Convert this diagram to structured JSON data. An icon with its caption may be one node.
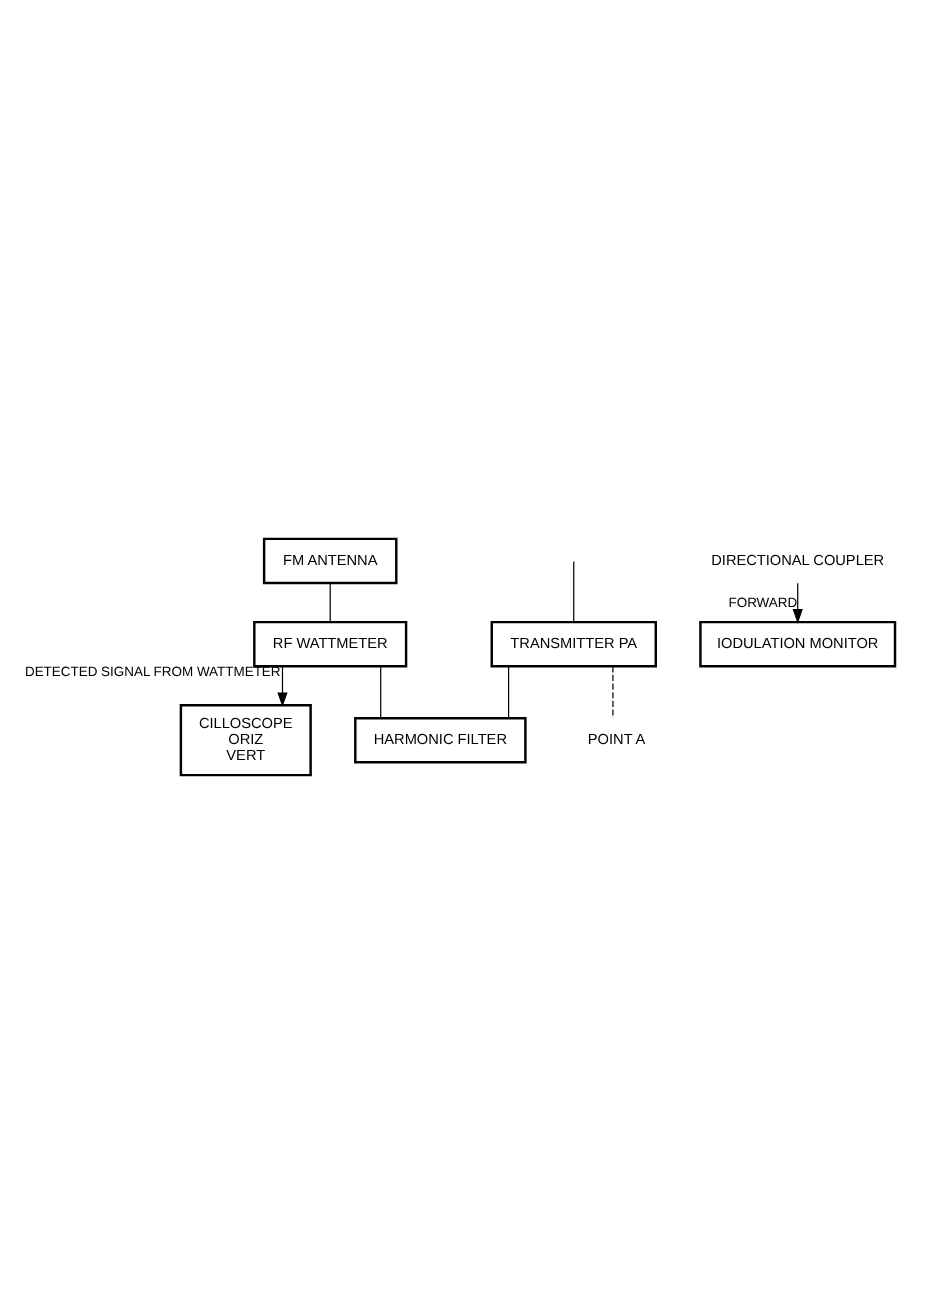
{
  "diagram": {
    "nodes": [
      {
        "text": [
          "FM ANTENNA"
        ]
      },
      {
        "text": [
          "DIRECTIONAL COUPLER"
        ]
      },
      {
        "text": [
          "RF WATTMETER"
        ]
      },
      {
        "text": [
          "TRANSMITTER PA"
        ]
      },
      {
        "text": [
          "HARMONIC FILTER"
        ]
      },
      {
        "text": [
          "POINT A"
        ]
      },
      {
        "text": [
          "IODULATION MONITOR"
        ]
      },
      {
        "text": [
          "CILLOSCOPE",
          "ORIZ",
          "VERT"
        ]
      }
    ],
    "edges": [
      {
        "from": 0,
        "to": 2,
        "arrow": "none"
      },
      {
        "from": 2,
        "to": 4,
        "arrow": "none"
      },
      {
        "from": 3,
        "to": 4,
        "arrow": "none"
      },
      {
        "from": null,
        "to": 3,
        "arrow": "none"
      },
      {
        "from": 3,
        "to": 5,
        "arrow": "none",
        "style": "dashed"
      },
      {
        "from": 1,
        "to": 6,
        "arrow": "to",
        "label": "FORWARD"
      },
      {
        "from": 2,
        "to": 7,
        "arrow": "to",
        "label": "DETECTED SIGNAL FROM WATTMETER"
      }
    ]
  }
}
